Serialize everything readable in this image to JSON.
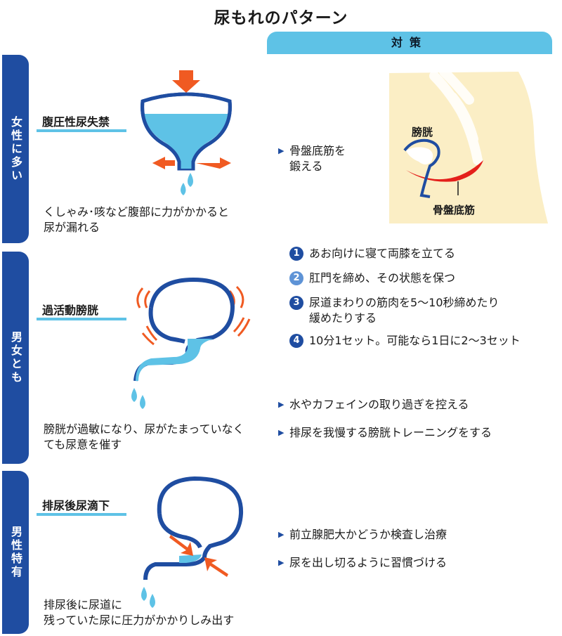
{
  "title": "尿もれのパターン",
  "header": "対策",
  "sections": [
    {
      "side_label": "女性に多い",
      "name": "腹圧性尿失禁",
      "caption": [
        "くしゃみ･咳など腹部に力がかかると",
        "尿が漏れる"
      ],
      "remedies": [
        {
          "lines": [
            "骨盤底筋を",
            "鍛える"
          ]
        }
      ]
    },
    {
      "side_label": "男女とも",
      "name": "過活動膀胱",
      "caption": [
        "膀胱が過敏になり、尿がたまっていなく",
        "ても尿意を催す"
      ],
      "remedies": [
        {
          "lines": [
            "水やカフェインの取り過ぎを控える"
          ]
        },
        {
          "lines": [
            "排尿を我慢する膀胱トレーニングをする"
          ]
        }
      ]
    },
    {
      "side_label": "男性特有",
      "name": "排尿後尿滴下",
      "caption": [
        "排尿後に尿道に",
        "残っていた尿に圧力がかかりしみ出す"
      ],
      "remedies": [
        {
          "lines": [
            "前立腺肥大かどうか検査し治療"
          ]
        },
        {
          "lines": [
            "尿を出し切るように習慣づける"
          ]
        }
      ]
    }
  ],
  "anatomy": {
    "bladder_label": "膀胱",
    "muscle_label": "骨盤底筋"
  },
  "steps": [
    {
      "num": "1",
      "lines": [
        "あお向けに寝て両膝を立てる"
      ]
    },
    {
      "num": "2",
      "lines": [
        "肛門を締め、その状態を保つ"
      ]
    },
    {
      "num": "3",
      "lines": [
        "尿道まわりの筋肉を5～10秒締めたり",
        "緩めたりする"
      ]
    },
    {
      "num": "4",
      "lines": [
        "10分1セット。可能なら1日に2～3セット"
      ]
    }
  ],
  "colors": {
    "navy": "#1f4da1",
    "sky": "#5ec2e6",
    "arrow": "#f05a22",
    "beige": "#fbeec5",
    "muscle": "#e4201b"
  }
}
